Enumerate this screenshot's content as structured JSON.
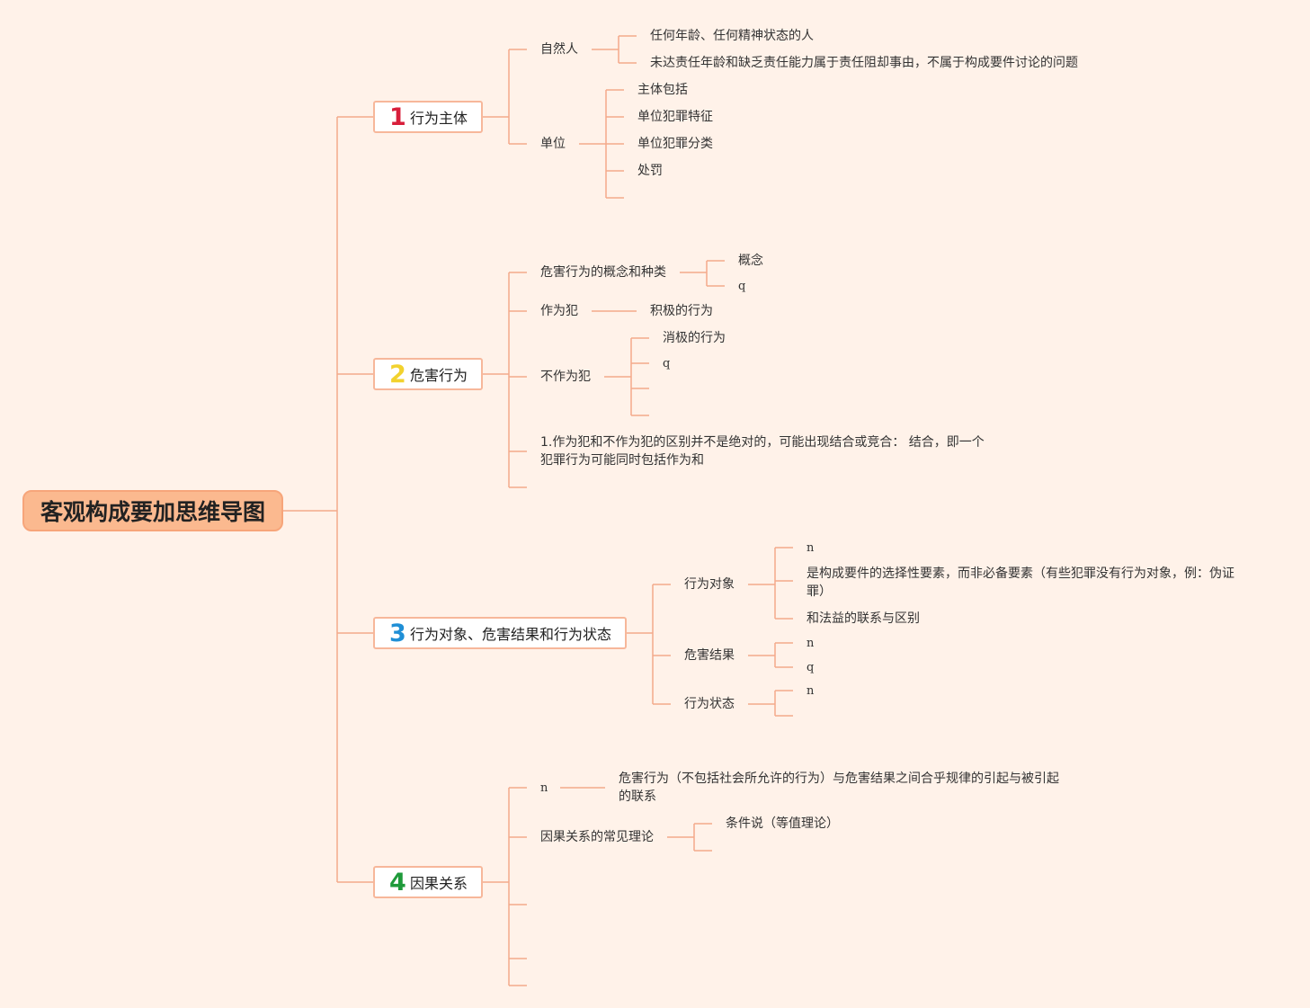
{
  "root": {
    "title": "客观构成要加思维导图"
  },
  "branches": [
    {
      "number": "1",
      "color": "#d81e3a",
      "label": "行为主体",
      "natural_person": {
        "label": "自然人",
        "children": [
          "任何年龄、任何精神状态的人",
          "未达责任年龄和缺乏责任能力属于责任阻却事由，不属于构成要件讨论的问题"
        ]
      },
      "unit": {
        "label": "单位",
        "children": [
          "主体包括",
          "单位犯罪特征",
          "单位犯罪分类",
          "处罚"
        ]
      }
    },
    {
      "number": "2",
      "color": "#f2d22e",
      "label": "危害行为",
      "concept": {
        "label": "危害行为的概念和种类",
        "children": [
          "概念",
          "q"
        ]
      },
      "commission": {
        "label": "作为犯",
        "children": [
          "积极的行为"
        ]
      },
      "omission": {
        "label": "不作为犯",
        "children": [
          "消极的行为",
          "q"
        ]
      },
      "note": "1.作为犯和不作为犯的区别并不是绝对的，可能出现结合或竞合： 结合，即一个犯罪行为可能同时包括作为和"
    },
    {
      "number": "3",
      "color": "#1f8fd6",
      "label": "行为对象、危害结果和行为状态",
      "object": {
        "label": "行为对象",
        "children": [
          "n",
          "是构成要件的选择性要素，而非必备要素（有些犯罪没有行为对象，例：伪证罪）",
          "和法益的联系与区别"
        ]
      },
      "result": {
        "label": "危害结果",
        "children": [
          "n",
          "q"
        ]
      },
      "state": {
        "label": "行为状态",
        "children": [
          "n"
        ]
      }
    },
    {
      "number": "4",
      "color": "#1e9a3a",
      "label": "因果关系",
      "definition": {
        "label": "n",
        "children": [
          "危害行为（不包括社会所允许的行为）与危害结果之间合乎规律的引起与被引起的联系"
        ]
      },
      "theories": {
        "label": "因果关系的常见理论",
        "children": [
          "条件说（等值理论）"
        ]
      }
    }
  ]
}
